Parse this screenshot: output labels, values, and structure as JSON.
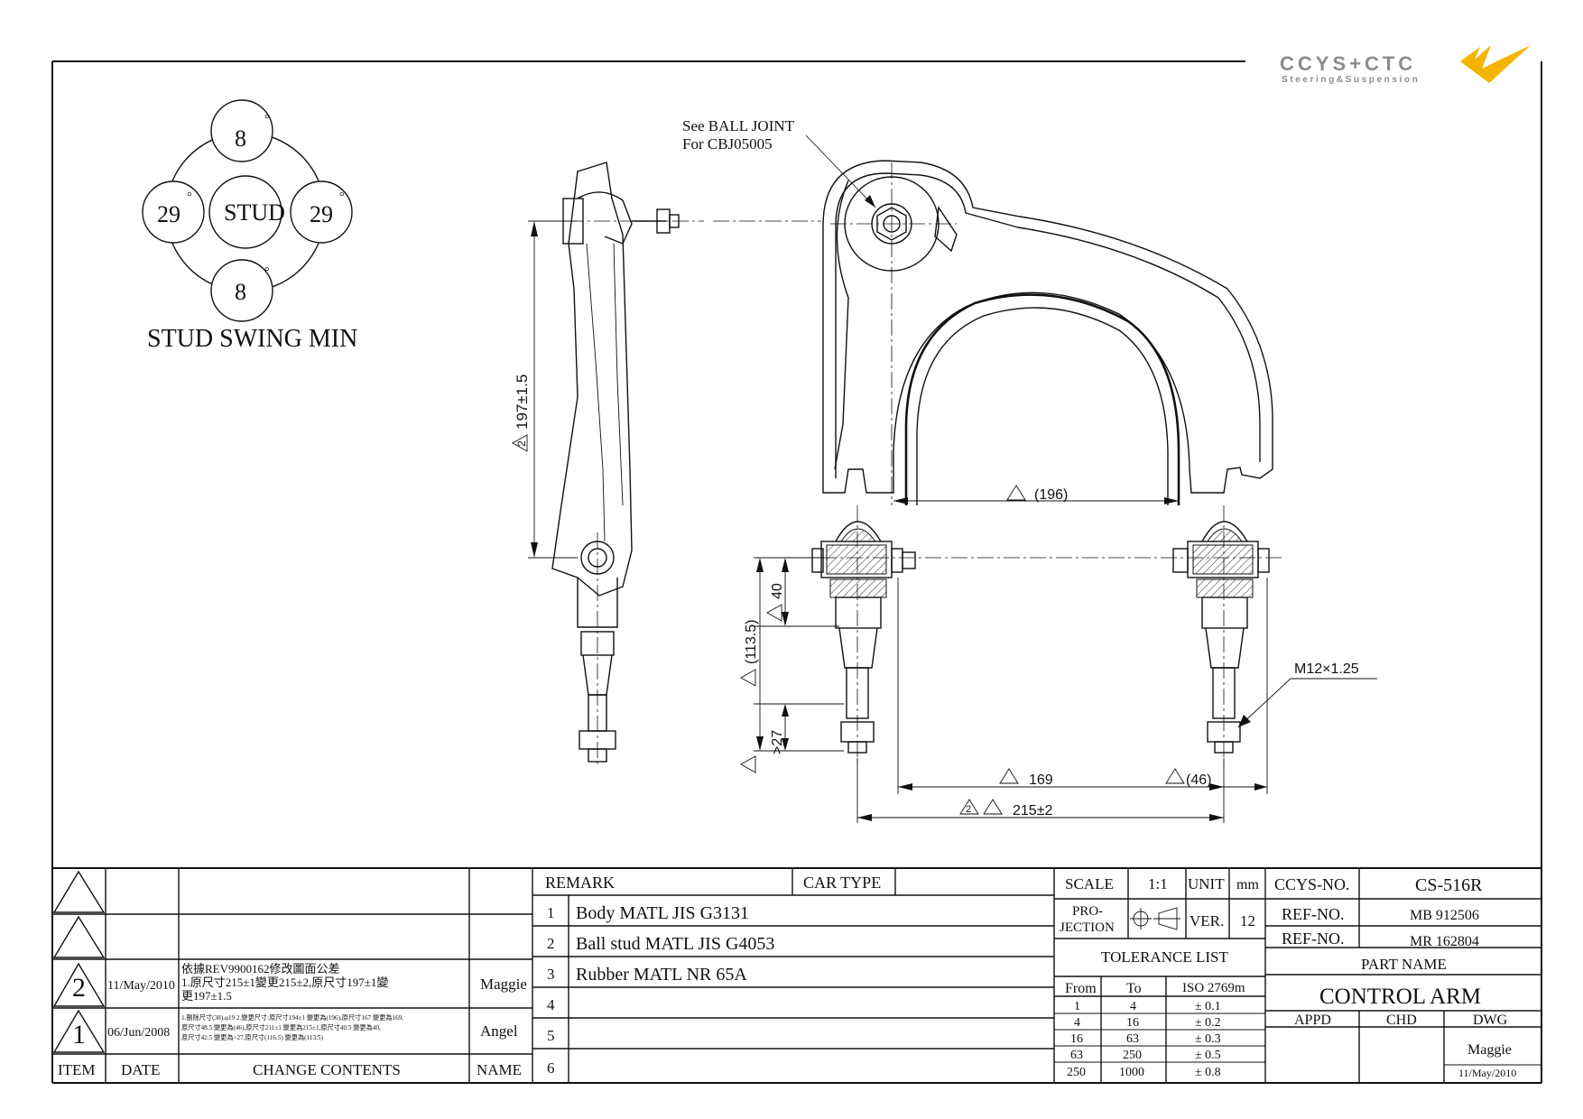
{
  "logo": {
    "brand": "CCYS+CTC",
    "tagline": "Steering&Suspension",
    "accent": "#F5B400",
    "grey": "#8C8C8C"
  },
  "stud_swing": {
    "center": "STUD",
    "top": "8",
    "bottom": "8",
    "left": "29",
    "right": "29",
    "degree": "°",
    "caption": "STUD SWING MIN"
  },
  "notes": {
    "ball_joint_1": "See BALL JOINT",
    "ball_joint_2": "For CBJ05005"
  },
  "dimensions": {
    "height": "197±1.5",
    "height_rev": "2",
    "width_196": "(196)",
    "d40": "40",
    "d113": "(113.5)",
    "d27": ">27",
    "d169": "169",
    "d46": "(46)",
    "d215": "215±2",
    "d215_rev": "2",
    "thread": "M12×1.25"
  },
  "revisions": [
    {
      "rev": "2",
      "date": "11/May/2010",
      "content": [
        "依據REV9900162修改圖面公差",
        "1.原尺寸215±1變更215±2,原尺寸197±1變",
        "更197±1.5"
      ],
      "name": "Maggie"
    },
    {
      "rev": "1",
      "date": "06/Jun/2008",
      "content": [
        "1.刪除尺寸(38),φ19 2.變更尺寸:原尺寸194±1 變更為(196),原尺寸167 變更為169,",
        "原尺寸48.5 變更為(46),原尺寸211±1 變更為215±1,原尺寸40.5 變更為40,",
        "原尺寸42.5 變更為>27,原尺寸(116.5) 變更為(113.5)"
      ],
      "name": "Angel"
    }
  ],
  "rev_headers": {
    "item": "ITEM",
    "date": "DATE",
    "content": "CHANGE CONTENTS",
    "name": "NAME"
  },
  "remark": {
    "header": "REMARK",
    "car_type": "CAR TYPE",
    "rows": [
      {
        "no": "1",
        "text": "Body MATL JIS G3131"
      },
      {
        "no": "2",
        "text": "Ball stud MATL JIS G4053"
      },
      {
        "no": "3",
        "text": "Rubber MATL NR 65A"
      },
      {
        "no": "4",
        "text": ""
      },
      {
        "no": "5",
        "text": ""
      },
      {
        "no": "6",
        "text": ""
      }
    ]
  },
  "title_block": {
    "scale_label": "SCALE",
    "scale": "1:1",
    "unit_label": "UNIT",
    "unit": "mm",
    "projection_1": "PRO-",
    "projection_2": "JECTION",
    "ver_label": "VER.",
    "ver": "12",
    "tolerance_title": "TOLERANCE LIST",
    "tol_headers": [
      "From",
      "To",
      "ISO 2769m"
    ],
    "tolerances": [
      [
        "1",
        "4",
        "± 0.1"
      ],
      [
        "4",
        "16",
        "± 0.2"
      ],
      [
        "16",
        "63",
        "± 0.3"
      ],
      [
        "63",
        "250",
        "± 0.5"
      ],
      [
        "250",
        "1000",
        "± 0.8"
      ]
    ],
    "ccys_label": "CCYS-NO.",
    "ccys_no": "CS-516R",
    "ref_label": "REF-NO.",
    "ref_1": "MB 912506",
    "ref_2": "MR 162804",
    "part_name_label": "PART NAME",
    "part_name": "CONTROL ARM",
    "appd": "APPD",
    "chd": "CHD",
    "dwg": "DWG",
    "drawer": "Maggie",
    "drawn_date": "11/May/2010"
  }
}
